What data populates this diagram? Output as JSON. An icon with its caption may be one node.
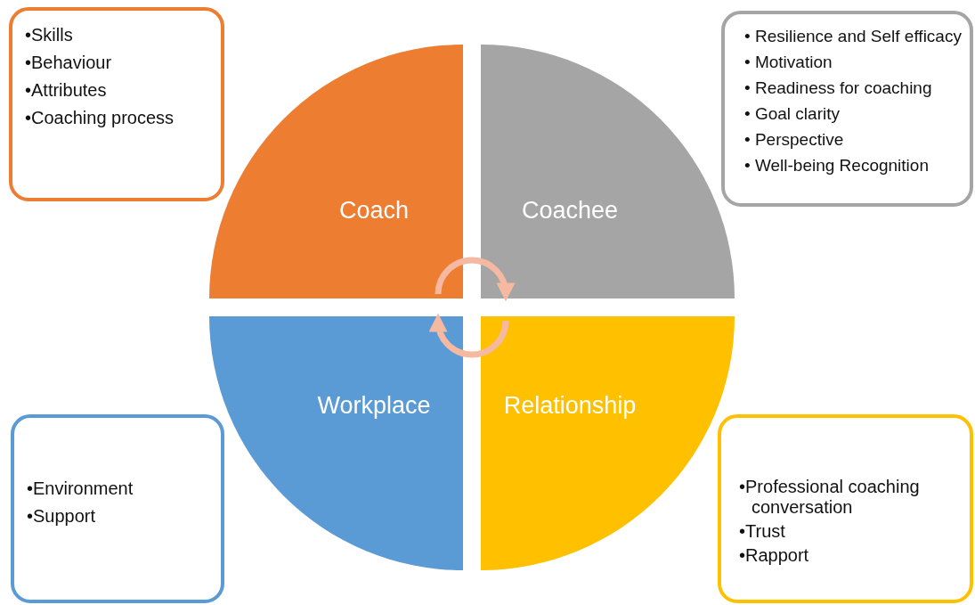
{
  "diagram": {
    "nodes": [
      {
        "text": [
          "•Skills",
          "•Behaviour",
          "•Attributes",
          "•Coaching process"
        ]
      },
      {
        "text": [
          "Coach"
        ]
      },
      {
        "text": [
          "Coachee"
        ]
      },
      {
        "text": [
          "• Resilience and Self efficacy",
          "• Motivation",
          "• Readiness for coaching",
          "• Goal clarity",
          "• Perspective",
          "• Well-being Recognition"
        ]
      },
      {
        "text": [
          "Workplace"
        ]
      },
      {
        "text": [
          "Relationship"
        ]
      },
      {
        "text": [
          "•Environment",
          "•Support"
        ]
      },
      {
        "text": [
          "•Professional coaching conversation",
          "•Trust",
          "•Rapport"
        ]
      }
    ],
    "edges": [
      {
        "from": 1,
        "to": 2,
        "arrow": "to"
      },
      {
        "from": 5,
        "to": 4,
        "arrow": "to"
      }
    ]
  }
}
